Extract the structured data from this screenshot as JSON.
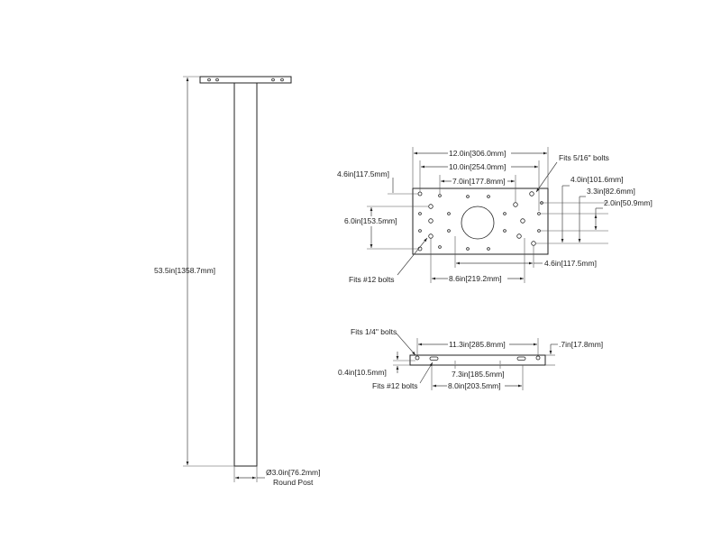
{
  "post_view": {
    "height_label": "53.5in[1358.7mm]",
    "diameter_label": "Ø3.0in[76.2mm]",
    "type_label": "Round Post"
  },
  "plate_top_view": {
    "width_overall_label": "12.0in[306.0mm]",
    "width_inner_label": "10.0in[254.0mm]",
    "width_center_label": "7.0in[177.8mm]",
    "left_offset_label": "4.6in[117.5mm]",
    "height_label": "6.0in[153.5mm]",
    "right_outer_label": "4.0in[101.6mm]",
    "right_mid_label": "3.3in[82.6mm]",
    "right_inner_label": "2.0in[50.9mm]",
    "bottom_offset_label": "4.6in[117.5mm]",
    "bottom_width_label": "8.6in[219.2mm]",
    "note_large_bolts": "Fits 5/16\" bolts",
    "note_small_bolts": "Fits #12 bolts"
  },
  "plate_side_view": {
    "length_label": "11.3in[285.8mm]",
    "thickness_label": ".7in[17.8mm]",
    "offset_label": "0.4in[10.5mm]",
    "slot_spacing_label": "7.3in[185.5mm]",
    "span_label": "8.0in[203.5mm]",
    "note_quarter_bolts": "Fits 1/4\" bolts",
    "note_small_bolts": "Fits #12 bolts"
  }
}
